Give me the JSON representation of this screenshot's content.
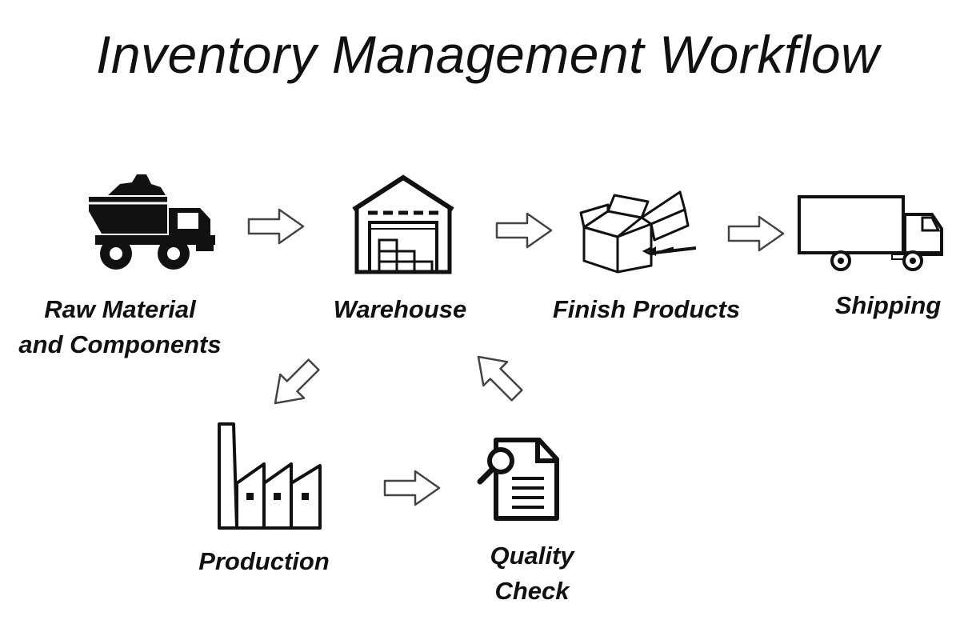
{
  "title": "Inventory Management Workflow",
  "nodes": [
    {
      "id": "raw-material",
      "label_lines": [
        "Raw Material",
        "and Components"
      ],
      "icon": "dump-truck-icon"
    },
    {
      "id": "warehouse",
      "label_lines": [
        "Warehouse"
      ],
      "icon": "warehouse-icon"
    },
    {
      "id": "finish-products",
      "label_lines": [
        "Finish Products"
      ],
      "icon": "open-box-icon"
    },
    {
      "id": "shipping",
      "label_lines": [
        "Shipping"
      ],
      "icon": "delivery-truck-icon"
    },
    {
      "id": "production",
      "label_lines": [
        "Production"
      ],
      "icon": "factory-icon"
    },
    {
      "id": "quality-check",
      "label_lines": [
        "Quality",
        "Check"
      ],
      "icon": "document-magnifier-icon"
    }
  ],
  "edges": [
    {
      "from": "raw-material",
      "to": "warehouse"
    },
    {
      "from": "warehouse",
      "to": "finish-products"
    },
    {
      "from": "finish-products",
      "to": "shipping"
    },
    {
      "from": "warehouse",
      "to": "production"
    },
    {
      "from": "production",
      "to": "quality-check"
    },
    {
      "from": "quality-check",
      "to": "warehouse"
    }
  ],
  "colors": {
    "ink": "#111111",
    "arrow_stroke": "#444444",
    "background": "#ffffff"
  }
}
